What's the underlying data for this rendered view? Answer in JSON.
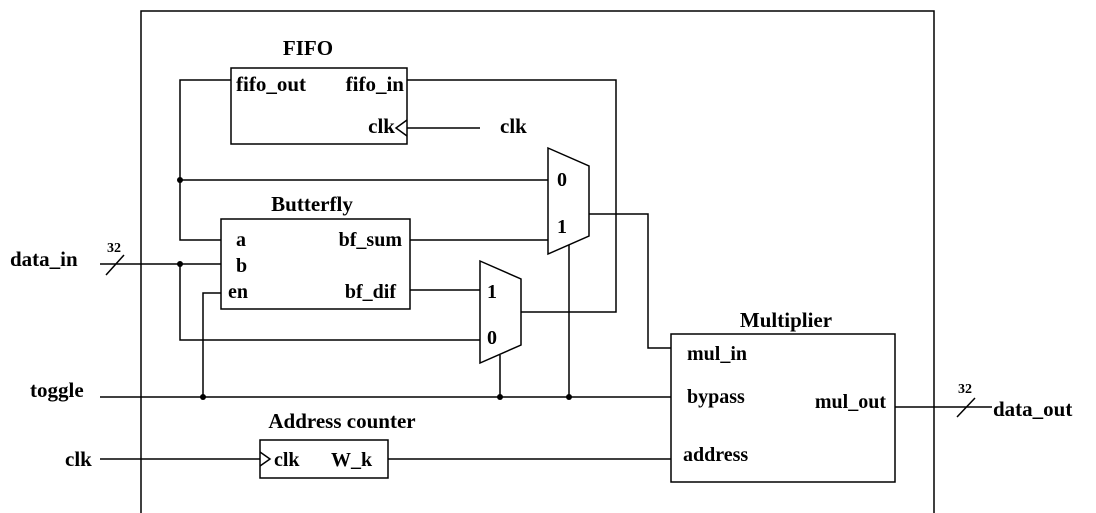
{
  "fifo": {
    "title": "FIFO",
    "port_out": "fifo_out",
    "port_in": "fifo_in",
    "port_clk": "clk"
  },
  "clk_label_fifo": "clk",
  "butterfly": {
    "title": "Butterfly",
    "port_a": "a",
    "port_b": "b",
    "port_en": "en",
    "port_sum": "bf_sum",
    "port_dif": "bf_dif"
  },
  "mux_top": {
    "in0": "0",
    "in1": "1"
  },
  "mux_bottom": {
    "in1": "1",
    "in0": "0"
  },
  "multiplier": {
    "title": "Multiplier",
    "port_mul_in": "mul_in",
    "port_bypass": "bypass",
    "port_address": "address",
    "port_mul_out": "mul_out"
  },
  "address_counter": {
    "title": "Address counter",
    "port_clk": "clk",
    "port_wk": "W_k"
  },
  "inputs": {
    "data_in": "data_in",
    "data_in_width": "32",
    "toggle": "toggle",
    "clk": "clk"
  },
  "outputs": {
    "data_out": "data_out",
    "data_out_width": "32"
  }
}
